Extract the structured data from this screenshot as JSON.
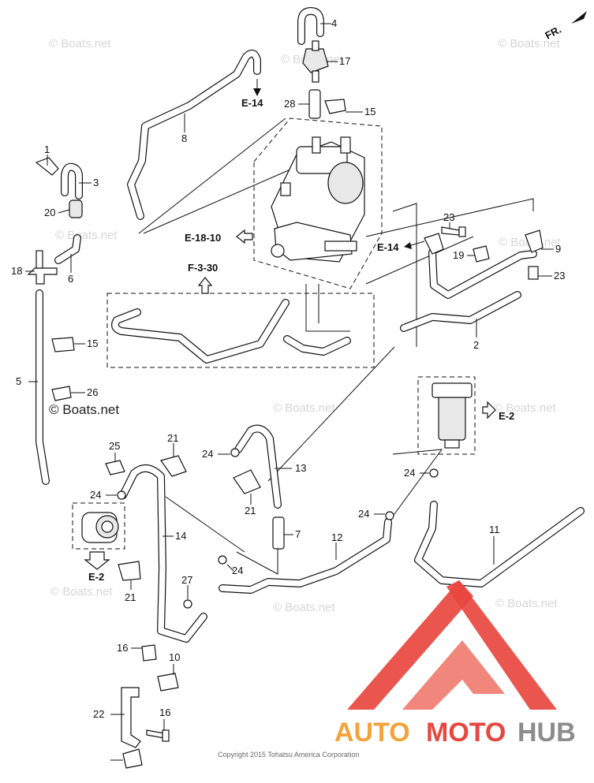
{
  "orientation": {
    "label": "FR."
  },
  "watermark": {
    "text": "© Boats.net"
  },
  "copyright": "Copyright 2015 Tohatsu America Corporation",
  "logo": {
    "part1": "AUTO",
    "part2": "MOTO",
    "part3": "HUB",
    "color_red": "#e8473f",
    "color_orange": "#f2a33a",
    "color_gray": "#8c8c8c"
  },
  "references": [
    "E-14",
    "E-18-10",
    "F-3-30",
    "E-14",
    "E-2",
    "E-2"
  ],
  "callouts": [
    "4",
    "17",
    "28",
    "15",
    "8",
    "1",
    "3",
    "20",
    "18",
    "6",
    "23",
    "19",
    "9",
    "23",
    "2",
    "15",
    "5",
    "26",
    "21",
    "25",
    "24",
    "13",
    "24",
    "21",
    "7",
    "12",
    "11",
    "24",
    "24",
    "14",
    "21",
    "24",
    "27",
    "16",
    "10",
    "22",
    "16"
  ]
}
